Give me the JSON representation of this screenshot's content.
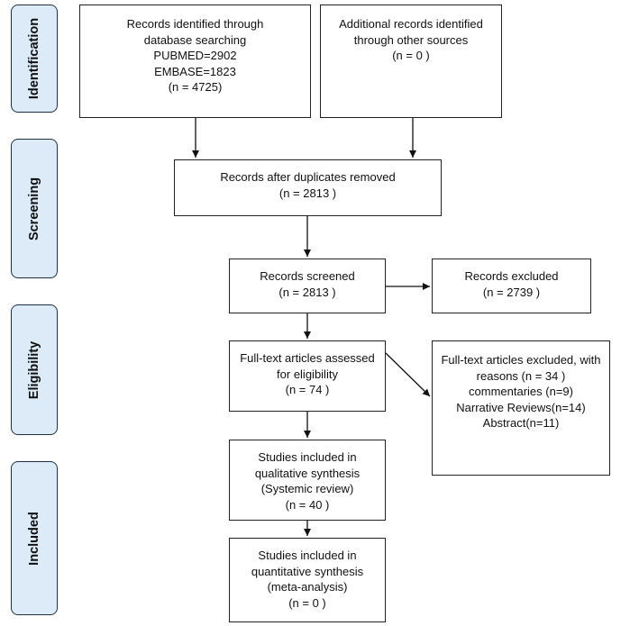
{
  "stages": {
    "identification": "Identification",
    "screening": "Screening",
    "eligibility": "Eligibility",
    "included": "Included"
  },
  "boxes": {
    "database": [
      "Records identified through",
      "database searching",
      "PUBMED=2902",
      "EMBASE=1823",
      "(n = 4725)"
    ],
    "other_sources": [
      "Additional records identified",
      "through other sources",
      "(n = 0 )"
    ],
    "after_duplicates": [
      "Records after duplicates removed",
      "(n = 2813 )"
    ],
    "screened": [
      "Records screened",
      "(n = 2813 )"
    ],
    "excluded": [
      "Records excluded",
      "(n = 2739 )"
    ],
    "fulltext": [
      "Full-text articles assessed",
      "for eligibility",
      "(n = 74 )"
    ],
    "fulltext_excluded": [
      "Full-text articles excluded, with",
      "reasons (n = 34 )",
      "commentaries (n=9)",
      "Narrative Reviews(n=14)",
      "Abstract(n=11)"
    ],
    "qualitative": [
      "Studies included in",
      "qualitative synthesis",
      "(Systemic review)",
      "(n = 40 )"
    ],
    "quantitative": [
      "Studies included in",
      "quantitative synthesis",
      "(meta-analysis)",
      "(n = 0 )"
    ]
  }
}
